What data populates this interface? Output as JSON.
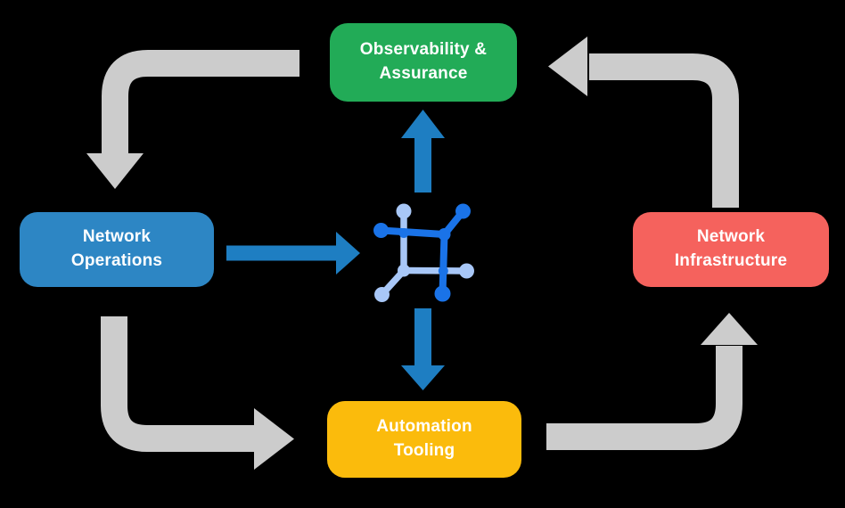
{
  "nodes": {
    "observability": {
      "line1": "Observability &",
      "line2": "Assurance",
      "color": "#22AB57"
    },
    "operations": {
      "line1": "Network",
      "line2": "Operations",
      "color": "#2D86C4"
    },
    "infrastructure": {
      "line1": "Network",
      "line2": "Infrastructure",
      "color": "#F5625D"
    },
    "automation": {
      "line1": "Automation",
      "line2": "Tooling",
      "color": "#FBBB0C"
    }
  },
  "colors": {
    "background": "#000000",
    "node_text": "#FFFFFF",
    "cycle_arrow_gray": "#CCCCCC",
    "flow_arrow_blue": "#1E7EC2",
    "icon_dark_blue": "#1A73E8",
    "icon_light_blue": "#A8C7F7"
  },
  "cycle_flow": [
    "Observability & Assurance -> Network Operations",
    "Network Operations -> Automation Tooling",
    "Automation Tooling -> Network Infrastructure",
    "Network Infrastructure -> Observability & Assurance"
  ],
  "center_flows": [
    "Network Operations -> network-node-icon",
    "network-node-icon -> Observability & Assurance",
    "network-node-icon -> Automation Tooling"
  ],
  "center_icon": {
    "name": "network-node-icon"
  }
}
